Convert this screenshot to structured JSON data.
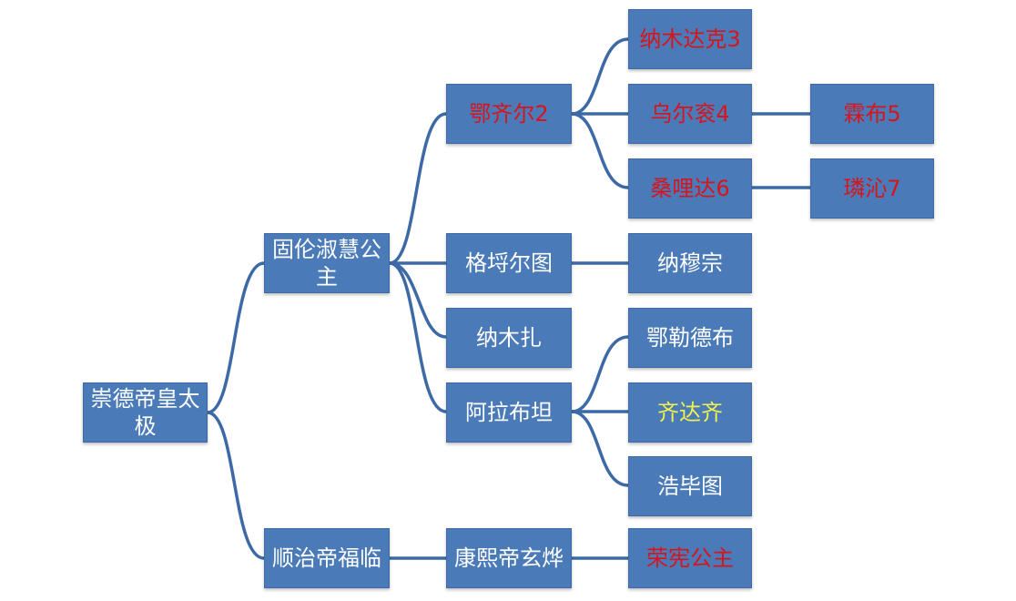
{
  "colors": {
    "node_fill": "#4a7ab8",
    "connector": "#3d6aa6",
    "text_red": "#d8141b",
    "text_yellow": "#f2f24a",
    "text_white": "#ffffff"
  },
  "nodes": {
    "root": "崇德帝皇太极",
    "gulun": "固伦淑慧公主",
    "shunzhi": "顺治帝福临",
    "eqier": "鄂齐尔2",
    "gemertu": "格埒尔图",
    "namuzha": "纳木扎",
    "alabutan": "阿拉布坦",
    "kangxi": "康熙帝玄烨",
    "namudake": "纳木达克3",
    "wuerzhan": "乌尔衮4",
    "sanglida": "桑哩达6",
    "namuzong": "纳穆宗",
    "elebu": "鄂勒德布",
    "qidaqi": "齐达齐",
    "haobitu": "浩毕图",
    "rongxian": "荣宪公主",
    "linbu": "霖布5",
    "linqin": "璘沁7"
  }
}
